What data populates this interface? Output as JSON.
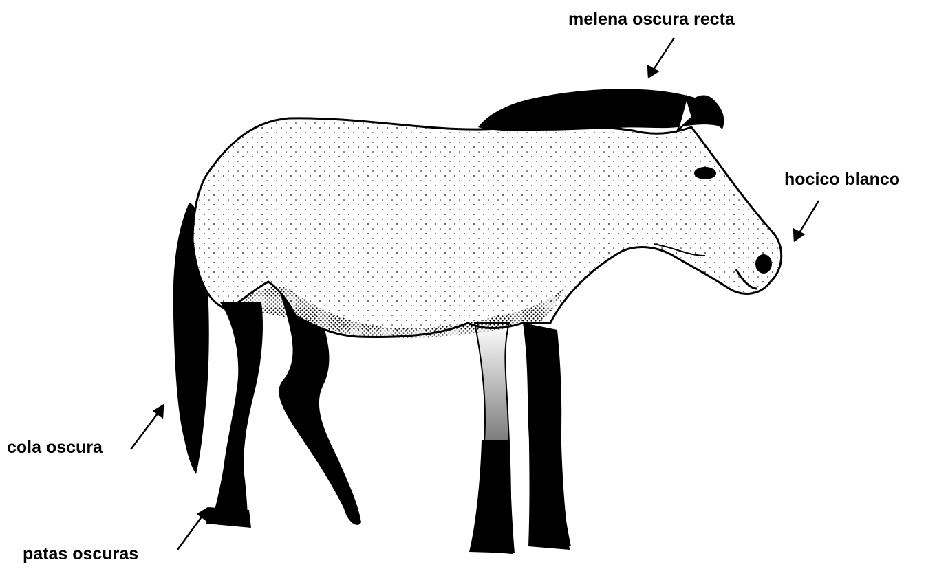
{
  "labels": {
    "mane": "melena oscura recta",
    "muzzle": "hocico blanco",
    "tail": "cola oscura",
    "legs": "patas oscuras"
  },
  "colors": {
    "ink": "#000000",
    "coat": "#ffffff",
    "background": "#ffffff"
  }
}
